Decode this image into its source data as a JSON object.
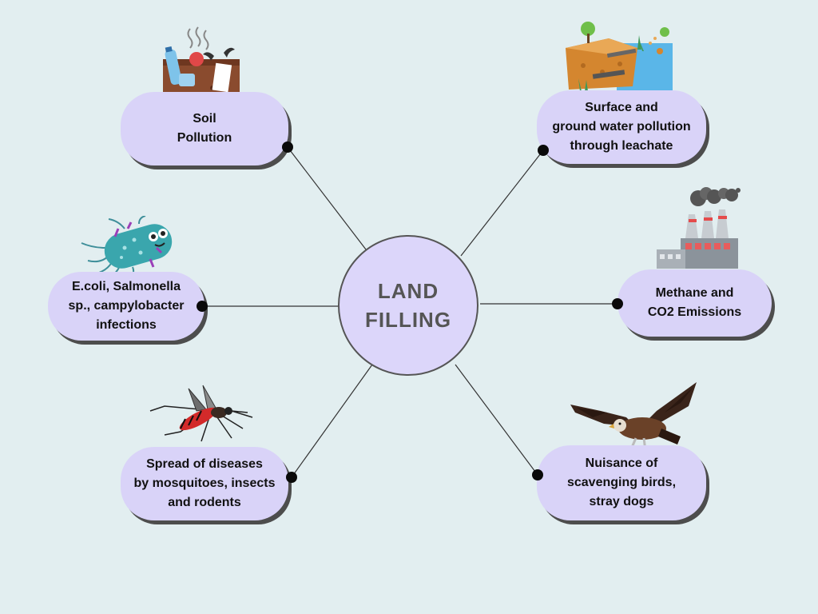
{
  "center": {
    "line1": "LAND",
    "line2": "FILLING"
  },
  "impacts": {
    "soil": {
      "lines": [
        "Soil",
        "Pollution"
      ]
    },
    "water": {
      "lines": [
        "Surface and",
        "ground water pollution",
        "through leachate"
      ]
    },
    "infections": {
      "lines": [
        "E.coli, Salmonella",
        "sp., campylobacter",
        "infections"
      ]
    },
    "emissions": {
      "lines": [
        "Methane and",
        "CO2 Emissions"
      ]
    },
    "diseases": {
      "lines": [
        "Spread of diseases",
        "by mosquitoes, insects",
        "and rodents"
      ]
    },
    "nuisance": {
      "lines": [
        "Nuisance of",
        "scavenging birds,",
        "stray dogs"
      ]
    }
  },
  "icons": {
    "soil": "polluted-soil-icon",
    "water": "water-pollution-icon",
    "infections": "bacteria-icon",
    "emissions": "factory-smoke-icon",
    "diseases": "mosquito-icon",
    "nuisance": "eagle-icon"
  },
  "colors": {
    "background": "#e2eef0",
    "pill": "#d9d3f8",
    "center": "#dcd6fa",
    "shadow": "#4d4d4d"
  }
}
